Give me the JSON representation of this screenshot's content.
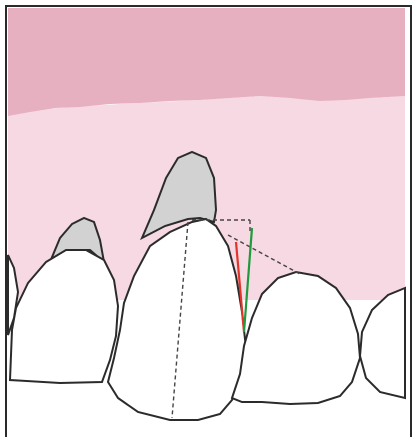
{
  "diagram": {
    "colors": {
      "frame": "#2a2a2a",
      "alveolar_mucosa": "#e6b0c1",
      "attached_gingiva": "#f6d9e2",
      "tooth_fill": "#ffffff",
      "tooth_outline": "#2b2b2b",
      "exposed_root": "#d2d2d2",
      "red_marker": "#e0352b",
      "green_marker": "#1f9a3c",
      "guide_lines": "#444444",
      "background": "#ffffff"
    },
    "elements": [
      "alveolar-mucosa",
      "attached-gingiva",
      "left-partial-tooth",
      "lateral-incisor",
      "canine",
      "premolar",
      "right-partial-tooth",
      "red-line",
      "green-line",
      "dashed-guides"
    ]
  }
}
